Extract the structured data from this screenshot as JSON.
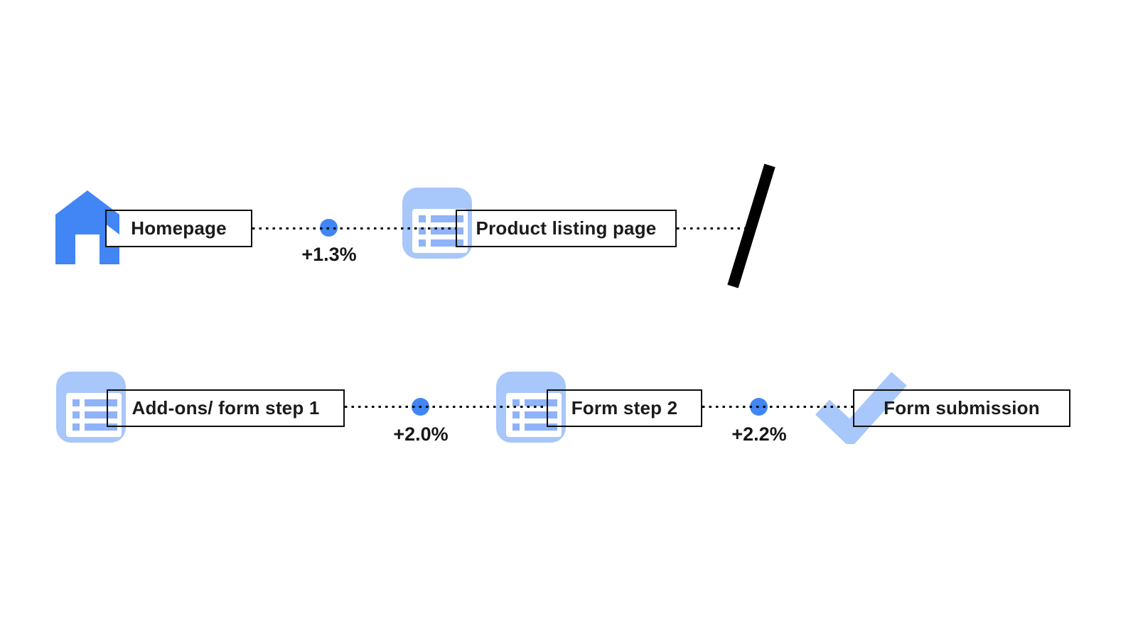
{
  "colors": {
    "accent_blue": "#4285f4",
    "light_blue": "#a8c7fa",
    "list_row_blue": "#8fb3f8",
    "connector_black": "#000000",
    "box_border_black": "#0d0d0d",
    "text_black": "#1b1b1d",
    "background": "#ffffff"
  },
  "flow": {
    "rows": [
      {
        "steps": [
          {
            "icon": "home-icon",
            "label": "Homepage"
          },
          {
            "icon": "list-icon",
            "label": "Product listing page"
          }
        ],
        "connectors": [
          {
            "delta_label": "+1.3%"
          }
        ],
        "end_marker": "slash-break"
      },
      {
        "steps": [
          {
            "icon": "list-icon",
            "label": "Add-ons/ form step 1"
          },
          {
            "icon": "list-icon",
            "label": "Form step 2"
          },
          {
            "icon": "check-icon",
            "label": "Form submission"
          }
        ],
        "connectors": [
          {
            "delta_label": "+2.0%"
          },
          {
            "delta_label": "+2.2%"
          }
        ]
      }
    ]
  }
}
